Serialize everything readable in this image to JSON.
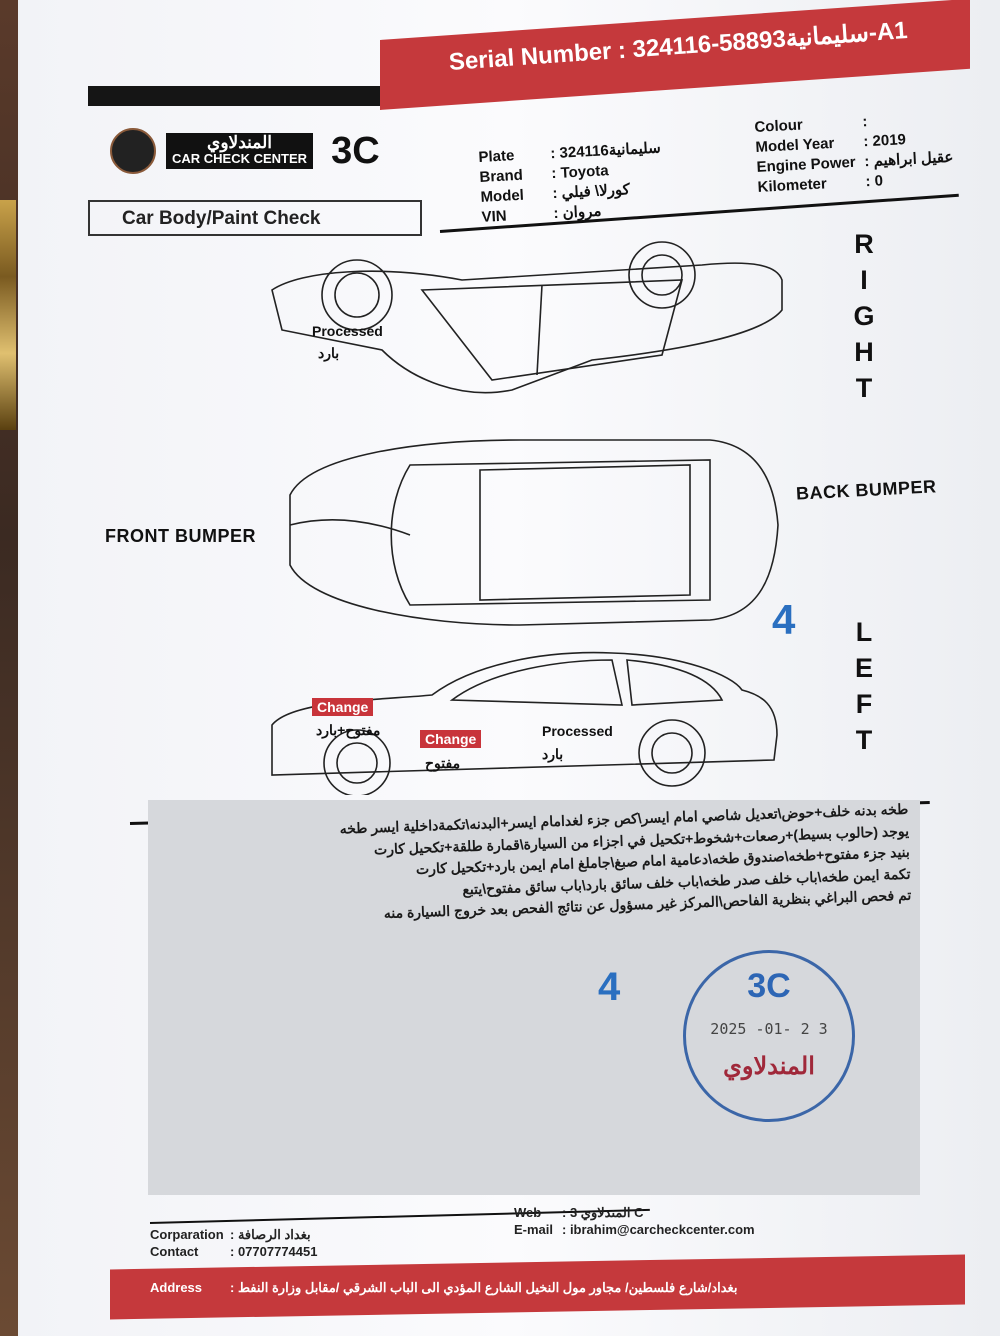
{
  "header": {
    "serial_label": "Serial Number :",
    "serial_value": "سليمانية58893-324116-A1",
    "logo_arabic": "المندلاوي",
    "logo_text": "CAR CHECK CENTER",
    "logo_3c": "3C",
    "section_title": "Car Body/Paint Check"
  },
  "vehicle": {
    "left": [
      {
        "k": "Plate",
        "v": ": 324116سليمانية"
      },
      {
        "k": "Brand",
        "v": ": Toyota"
      },
      {
        "k": "Model",
        "v": ": كورلا\\ فيلي"
      },
      {
        "k": "VIN",
        "v": ": مروان"
      }
    ],
    "right": [
      {
        "k": "Colour",
        "v": ":"
      },
      {
        "k": "Model Year",
        "v": ": 2019"
      },
      {
        "k": "Engine Power",
        "v": ": عقيل ابراهيم"
      },
      {
        "k": "Kilometer",
        "v": ": 0"
      }
    ]
  },
  "diagram": {
    "right_label": "RIGHT",
    "left_label": "LEFT",
    "front_bumper": "FRONT BUMPER",
    "back_bumper": "BACK BUMPER",
    "count": "4",
    "marks": [
      {
        "tag": "Processed",
        "note": "بارد"
      },
      {
        "tag": "Change",
        "note": "مفتوح+بارد"
      },
      {
        "tag": "Change",
        "note": "مفتوح"
      },
      {
        "tag": "Processed",
        "note": "بارد"
      }
    ]
  },
  "notes": [
    "طخه بدنه خلف+حوض\\تعديل شاصي امام ايسر\\كص جزء لغدامام ايسر+البدنه\\تكمةداخلية ايسر طخه",
    "يوجد (حالوب بسيط)+رصعات+شخوط+تكحيل في اجزاء من السيارة\\قمارة طلقة+تكحيل كارت",
    "بنيد جزء مفتوح+طخه\\صندوق طخه\\دعامية امام صبغ\\جاملغ امام ايمن بارد+تكحيل كارت",
    "تكمة ايمن طخه\\باب خلف صدر طخه\\باب خلف سائق بارد\\باب سائق مفتوح\\يتبع",
    "تم فحص البراغي بنظرية الفاحص\\المركز غير مسؤول عن نتائج الفحص بعد خروج السيارة منه"
  ],
  "handwritten_count": "4",
  "stamp": {
    "top": "3C",
    "date": "2025 -01- 2 3",
    "name": "المندلاوي"
  },
  "footer": {
    "web_label": "Web",
    "web_value": ": 3 المندلاوي C",
    "email_label": "E-mail",
    "email_value": ": ibrahim@carcheckcenter.com",
    "corp_label": "Corparation",
    "corp_value": ": بغداد الرصافة",
    "contact_label": "Contact",
    "contact_value": ": 07707774451",
    "address_label": "Address",
    "address_value": ": بغداد/شارع فلسطين/ مجاور مول النخيل الشارع المؤدي الى الباب الشرقي /مقابل وزارة النفط"
  }
}
